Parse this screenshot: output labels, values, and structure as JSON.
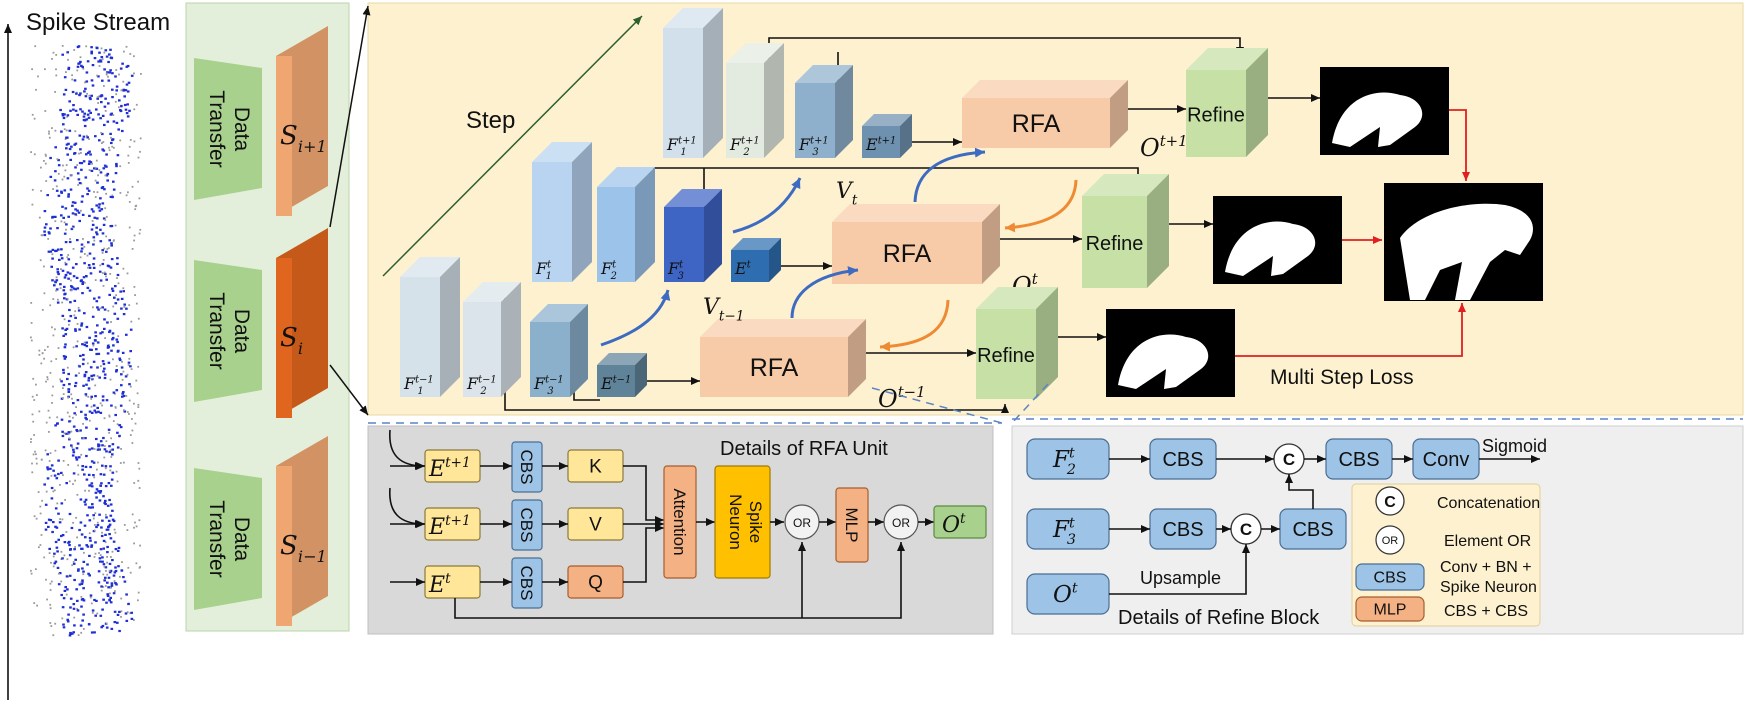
{
  "spike_stream": {
    "label": "Spike Stream"
  },
  "data_transfer": {
    "label_line1": "Data",
    "label_line2": "Transfer",
    "slices": [
      "S",
      "S",
      "S"
    ],
    "slice_subs": [
      "i+1",
      "i",
      "i−1"
    ]
  },
  "main": {
    "step_label": "Step",
    "rows": [
      {
        "features": [
          "F",
          "F",
          "F",
          "E"
        ],
        "feat_subs": [
          "1",
          "2",
          "3",
          ""
        ],
        "sup": "t+1",
        "rfa_label": "RFA",
        "out": "O",
        "out_sup": "t+1",
        "refine_label": "Refine"
      },
      {
        "features": [
          "F",
          "F",
          "F",
          "E"
        ],
        "feat_subs": [
          "1",
          "2",
          "3",
          ""
        ],
        "sup": "t",
        "rfa_label": "RFA",
        "out": "O",
        "out_sup": "t",
        "refine_label": "Refine"
      },
      {
        "features": [
          "F",
          "F",
          "F",
          "E"
        ],
        "feat_subs": [
          "1",
          "2",
          "3",
          ""
        ],
        "sup": "t−1",
        "rfa_label": "RFA",
        "out": "O",
        "out_sup": "t−1",
        "refine_label": "Refine"
      }
    ],
    "v_t": {
      "main": "V",
      "sub": "t"
    },
    "v_t_minus_1": {
      "main": "V",
      "sub": "t−1"
    },
    "multi_step_loss": "Multi Step Loss"
  },
  "rfa_details": {
    "title": "Details  of  RFA  Unit",
    "inputs": [
      {
        "main": "E",
        "sup": "t+1"
      },
      {
        "main": "E",
        "sup": "t+1"
      },
      {
        "main": "E",
        "sup": "t"
      }
    ],
    "cbs_label": "CBS",
    "kvq": [
      "K",
      "V",
      "Q"
    ],
    "attention_label": "Attention",
    "spike_neuron_line1": "Spike",
    "spike_neuron_line2": "Neuron",
    "or_label": "OR",
    "mlp_label": "MLP",
    "output": {
      "main": "O",
      "sup": "t"
    }
  },
  "refine_details": {
    "title": "Details of Refine Block",
    "inputs": [
      {
        "main": "F",
        "sub": "2",
        "sup": "t"
      },
      {
        "main": "F",
        "sub": "3",
        "sup": "t"
      },
      {
        "main": "O",
        "sup": "t"
      }
    ],
    "cbs_label": "CBS",
    "conv_label": "Conv",
    "concat_symbol": "C",
    "sigmoid_label": "Sigmoid",
    "upsample_label": "Upsample"
  },
  "legend": {
    "items": [
      {
        "symbol": "C",
        "text": "Concatenation"
      },
      {
        "symbol": "OR",
        "text": "Element OR"
      },
      {
        "symbol": "CBS",
        "text_line1": "Conv + BN +",
        "text_line2": "Spike Neuron",
        "color": "#2e75b6"
      },
      {
        "symbol": "MLP",
        "text": "CBS + CBS",
        "color": "#c55a11"
      }
    ]
  },
  "colors": {
    "panel_main": "#fdf1cf",
    "panel_transfer": "#e3efda",
    "panel_details": "#d9d9d9",
    "rfa_block": "#f8cba8",
    "refine_block": "#c6e0a5",
    "slice_orange": "#f0a670",
    "slice_active": "#e0651e",
    "cbs_blue": "#9dc3e6",
    "mlp_orange": "#f4b183",
    "k_v_yellow": "#ffe699",
    "spike_yellow": "#ffc000",
    "out_green": "#a9d18e",
    "loss_red": "#e02020"
  }
}
